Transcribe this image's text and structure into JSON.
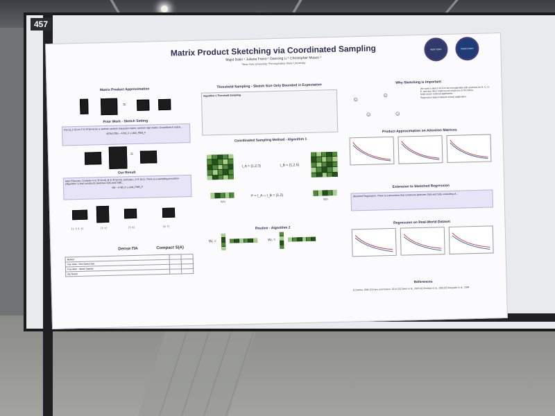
{
  "board": {
    "number": "457"
  },
  "poster": {
    "title": "Matrix Product Sketching via Coordinated Sampling",
    "authors": "Majid Daliri ¹   Juliana Freire ¹   Danrong Li ¹   Christopher Musco ¹",
    "affiliations": "¹New York University       ²Pennsylvania State University",
    "logos": {
      "left": "NEW YORK UNIVERSITY",
      "right": "PENN STATE"
    },
    "left_column": {
      "section1": "Matrix Product Approximation",
      "section2": "Prior Work - Sketch Setting",
      "section3": "Our Result",
      "prior_text": "Fact [1,2,3] Let Π ∈ ℝ^{k×n} be a random random Gaussian matrix, random sign matrix, CountSketch matrix...",
      "prior_formula": "‖(ΠA)ᵀ(ΠB) − AᵀB‖_F ≤ ε‖A‖_F‖B‖_F",
      "main_theorem": "Main Theorem. Consider A ∈ ℝ^{n×d}, B ∈ ℝ^{n×m}, and any ε, δ ∈ (0,1). There is a sampling procedure (Algorithm 1) that constructs sketches S(A) and S(B)...",
      "main_formula": "‖W − AᵀB‖_F ≤ ε‖A‖_F‖B‖_F",
      "label_dense": "Dense ΠA",
      "label_compact": "Compact S(A)",
      "table_rows": [
        "Method",
        "Prior Work - Rich Sketch Sett.",
        "Prior Work - Sketch Sparsity",
        "Our Result"
      ]
    },
    "mid_column": {
      "section1": "Threshold Sampling - Sketch Size Only Bounded in Expectation",
      "algorithm": "Algorithm 1 Threshold Sampling",
      "section2": "Coordinated Sampling Method - Algorithm 1",
      "set_a": "I_A = {1,2,3}",
      "set_b": "I_B = {1,2,5}",
      "intersection": "Iᴬ = I_A ∩ I_B = {1,2}",
      "sa_label": "S(A)",
      "sb_label": "S(B)",
      "section3": "Routine - Algorithm 2",
      "w1": "W₁ =",
      "w2": "W₂ ="
    },
    "right_column": {
      "section1": "Why Sketching is Important",
      "bullets": [
        "We want a sketch for A to be interoperable with sketches for B, C, D, E, and any other matrices we might see in the future.",
        "Multi-vector retrieval application.",
        "Regression based dataset search application."
      ],
      "section2": "Product Approximation on Attention Matrices",
      "section3": "Extension to Sketched Regression",
      "regression_text": "Sketched Regression. There is a procedure that constructs sketches S(A) and S(b) consisting of...",
      "section4": "Regression on Real-World Dataset",
      "section5": "References",
      "refs": "[1] Sarlos, 2006  [2] Kane and Nelson, 2014  [3] Cohen et al., 2016  [4] Charikar et al., 2002  [5] Dasgupta et al., 2009"
    }
  }
}
